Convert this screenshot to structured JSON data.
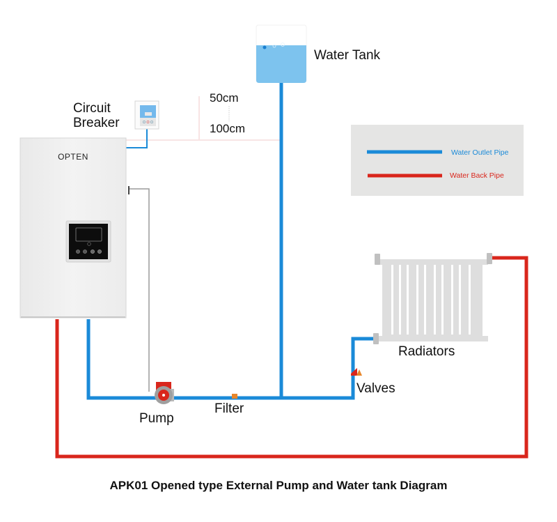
{
  "title": "APK01 Opened type External Pump and Water tank Diagram",
  "boiler": {
    "brand": "OPTEN"
  },
  "labels": {
    "water_tank": "Water Tank",
    "circuit_breaker_line1": "Circuit",
    "circuit_breaker_line2": "Breaker",
    "dim_50": "50cm",
    "dim_100": "100cm",
    "pump": "Pump",
    "filter": "Filter",
    "valves": "Valves",
    "radiators": "Radiators"
  },
  "legend": {
    "items": [
      {
        "label": "Water Outlet Pipe",
        "color": "#1a8ad8"
      },
      {
        "label": "Water Back Pipe",
        "color": "#d9261c"
      }
    ]
  },
  "colors": {
    "outlet_pipe": "#1a8ad8",
    "back_pipe": "#d9261c",
    "tank_water": "#7dc3ee",
    "filter": "#e8862a",
    "legend_bg": "#e5e5e4"
  }
}
